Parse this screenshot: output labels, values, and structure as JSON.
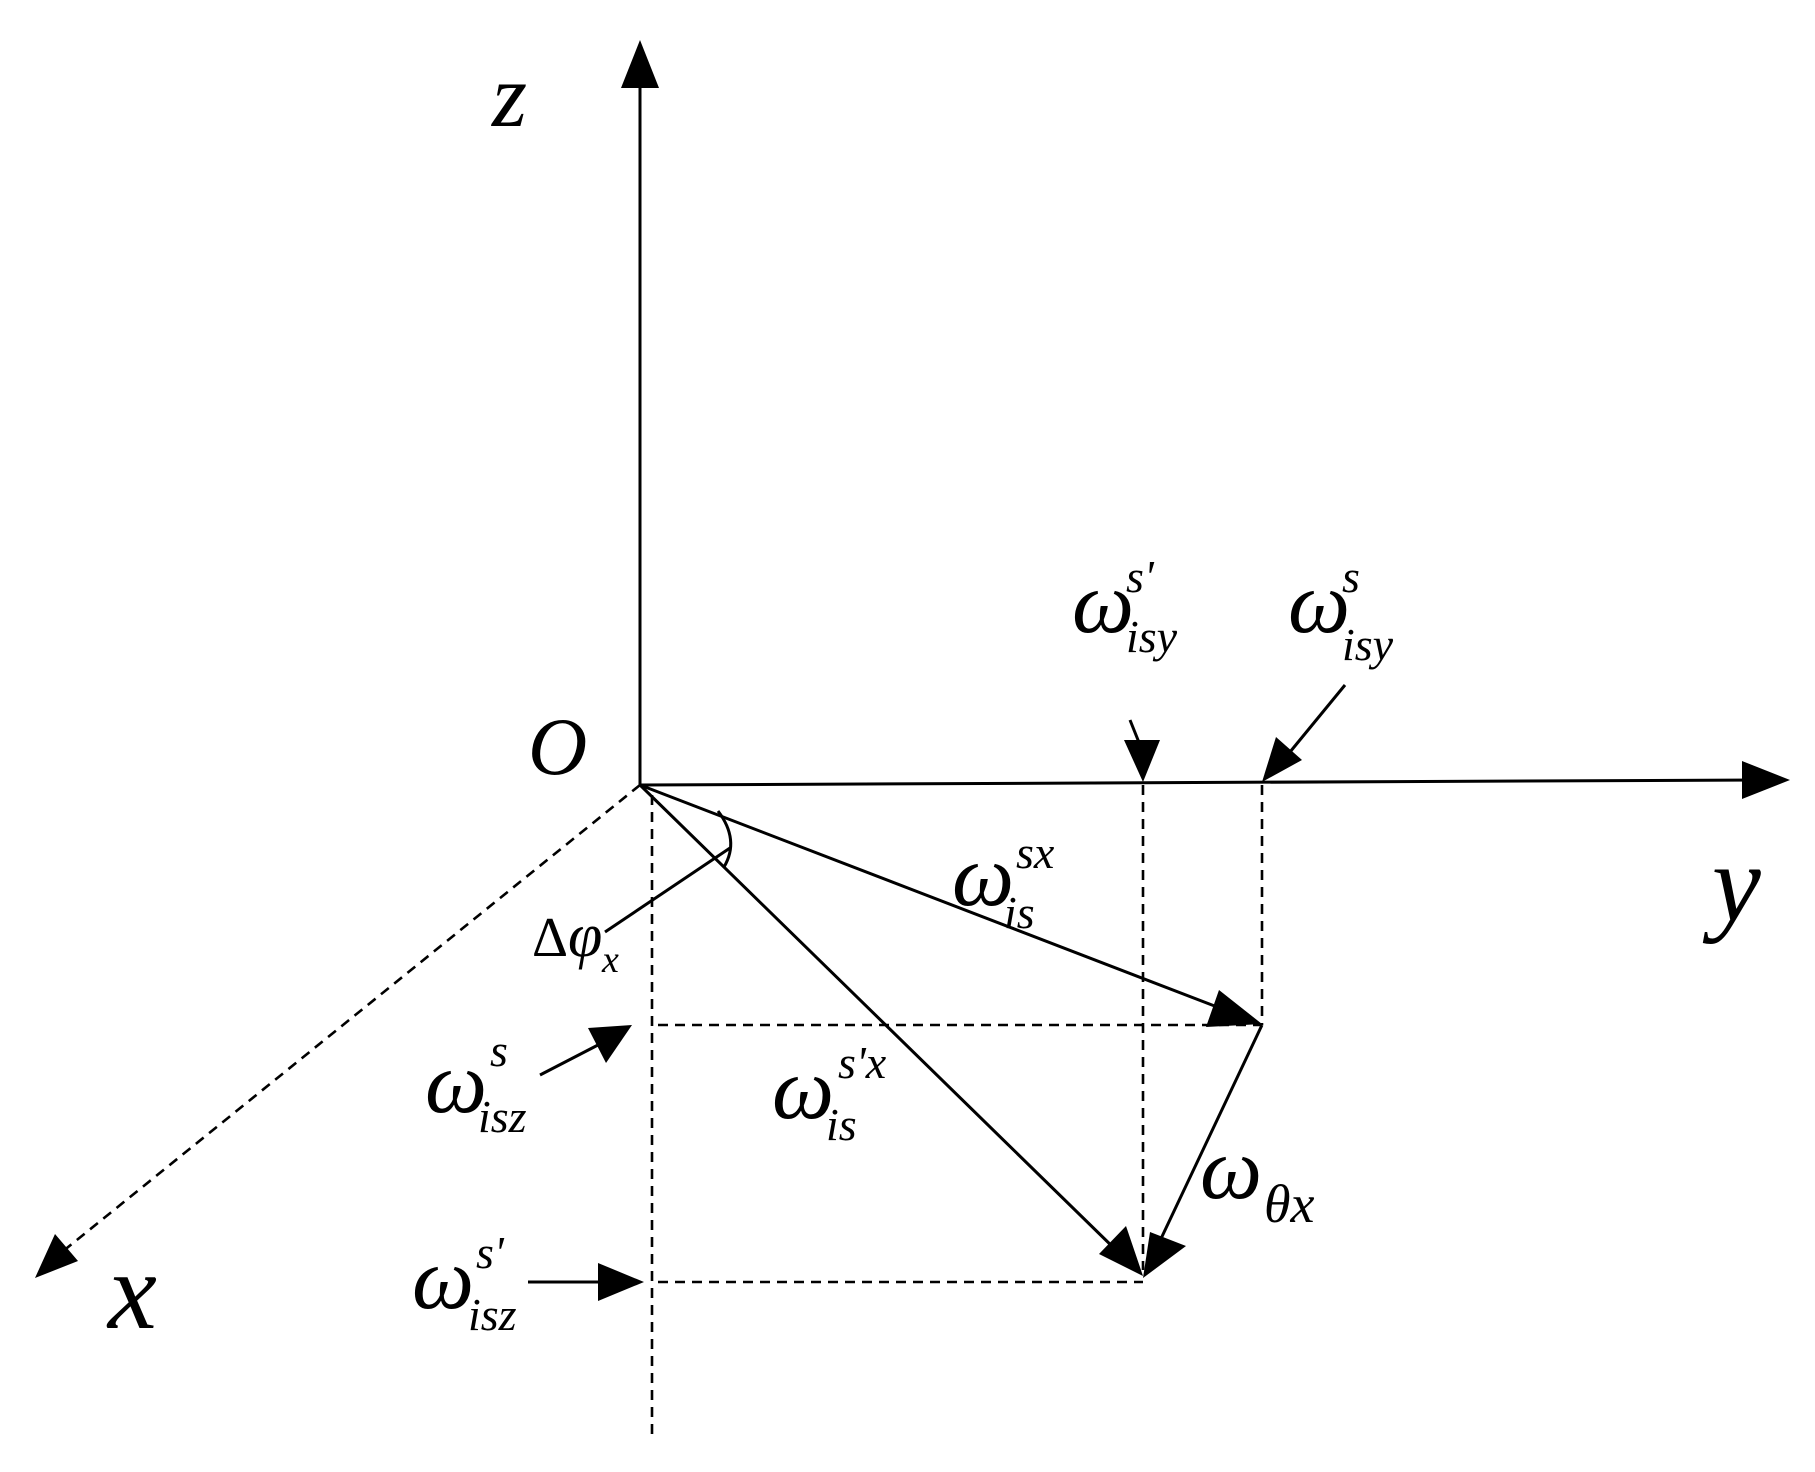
{
  "axes": {
    "z": "z",
    "y": "y",
    "x": "x",
    "origin": "O"
  },
  "labels": {
    "w_isy_prime": {
      "base": "ω",
      "sub": "isy",
      "sup": "s'"
    },
    "w_isy": {
      "base": "ω",
      "sub": "isy",
      "sup": "s"
    },
    "w_is_sx": {
      "base": "ω",
      "sub": "is",
      "sup": "sx"
    },
    "w_is_sprime_x": {
      "base": "ω",
      "sub": "is",
      "sup": "s'x"
    },
    "w_isz": {
      "base": "ω",
      "sub": "isz",
      "sup": "s"
    },
    "w_isz_prime": {
      "base": "ω",
      "sub": "isz",
      "sup": "s'"
    },
    "w_theta_x": {
      "base": "ω",
      "sub": "θx"
    },
    "delta_phi_x": {
      "delta": "Δ",
      "base": "φ",
      "sub": "x"
    }
  }
}
